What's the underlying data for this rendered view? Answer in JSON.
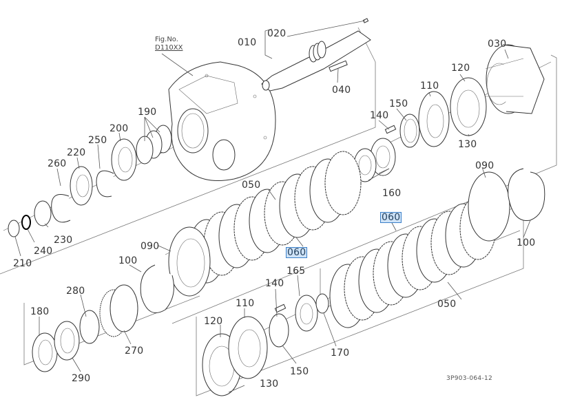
{
  "figure": {
    "fig_no_label": "Fig.No.",
    "fig_no_code": "D110XX",
    "document_id": "3P903-064-12"
  },
  "labels": {
    "p010": "010",
    "p020": "020",
    "p030": "030",
    "p040": "040",
    "p050_top": "050",
    "p050_bottom": "050",
    "p060_top": "060",
    "p060_bottom": "060",
    "p090_left": "090",
    "p090_right": "090",
    "p100_left": "100",
    "p100_right": "100",
    "p110_top": "110",
    "p110_bottom": "110",
    "p120_top": "120",
    "p120_bottom": "120",
    "p130_top": "130",
    "p130_bottom": "130",
    "p140_top": "140",
    "p140_bottom": "140",
    "p150_top": "150",
    "p150_bottom": "150",
    "p160": "160",
    "p165": "165",
    "p170": "170",
    "p180": "180",
    "p190": "190",
    "p200": "200",
    "p210": "210",
    "p220": "220",
    "p230": "230",
    "p240": "240",
    "p250": "250",
    "p260": "260",
    "p270": "270",
    "p280": "280",
    "p290": "290"
  },
  "highlight": {
    "color_fill": "#cfe3f7",
    "color_border": "#3a7fc8",
    "highlighted_part": "060"
  }
}
